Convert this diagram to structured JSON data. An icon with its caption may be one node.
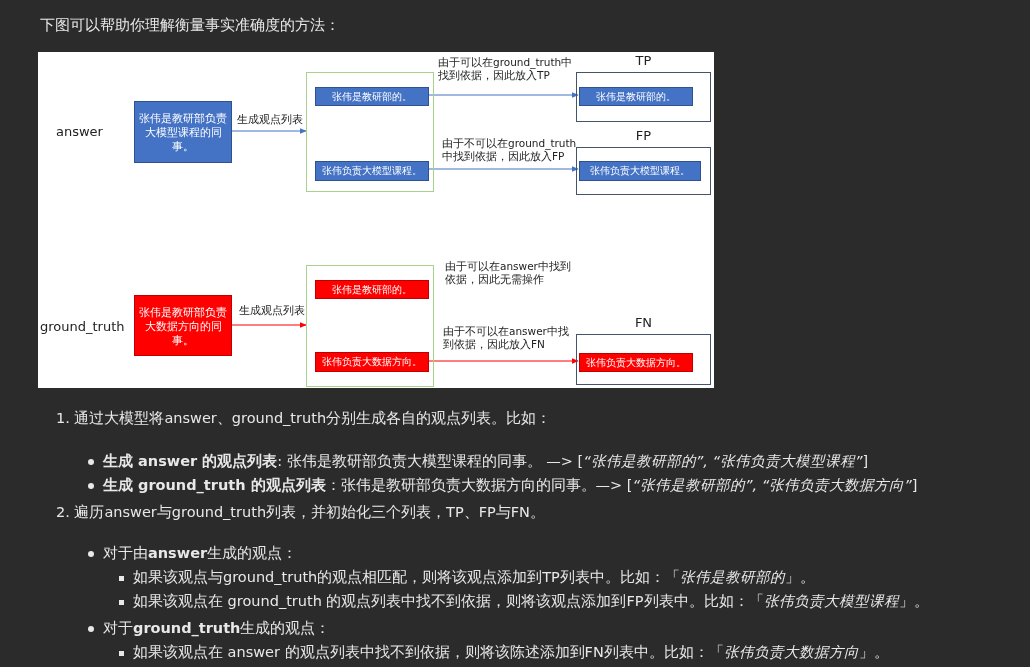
{
  "diagram": {
    "nodes": [
      {
        "text": [
          "张伟是教研部负责大模型课程的同事。"
        ],
        "beside": [
          "answer"
        ]
      },
      {
        "text": [],
        "shape": "box"
      },
      {
        "text": [
          "张伟是教研部的。"
        ],
        "in": 1
      },
      {
        "text": [
          "张伟负责大模型课程。"
        ],
        "in": 1
      },
      {
        "text": [
          "TP"
        ]
      },
      {
        "text": [
          "张伟是教研部的。"
        ],
        "in": 4
      },
      {
        "text": [
          "FP"
        ]
      },
      {
        "text": [
          "张伟负责大模型课程。"
        ],
        "in": 6
      },
      {
        "text": [
          "张伟是教研部负责大数据方向的同事。"
        ],
        "beside": [
          "ground_truth"
        ]
      },
      {
        "text": [],
        "shape": "box"
      },
      {
        "text": [
          "张伟是教研部的。"
        ],
        "in": 9
      },
      {
        "text": [
          "张伟负责大数据方向。"
        ],
        "in": 9
      },
      {
        "text": [
          "FN"
        ]
      },
      {
        "text": [
          "张伟负责大数据方向。"
        ],
        "in": 12
      }
    ],
    "edges": [
      {
        "from": 0,
        "to": 1,
        "arrow": "to",
        "label": "生成观点列表"
      },
      {
        "from": 2,
        "to": 5,
        "arrow": "to",
        "label": "由于可以在ground_truth中找到依据，因此放入TP"
      },
      {
        "from": 3,
        "to": 7,
        "arrow": "to",
        "label": "由于不可以在ground_truth中找到依据，因此放入FP"
      },
      {
        "from": 8,
        "to": 9,
        "arrow": "to",
        "label": "生成观点列表",
        "color": "#ff0000"
      },
      {
        "from": 11,
        "to": 13,
        "arrow": "to",
        "label": "由于不可以在answer中找到依据，因此放入FN",
        "color": "#ff0000"
      }
    ],
    "labels": [
      "下图可以帮助你理解衡量事实准确度的方法：",
      "由于可以在answer中找到依据，因此无需操作",
      "1. 通过大模型将answer、ground_truth分别生成各自的观点列表。比如：",
      "**生成 answer 的观点列表**: 张伟是教研部负责大模型课程的同事。 —> [*“张伟是教研部的”, “张伟负责大模型课程”*]",
      "**生成 ground_truth 的观点列表**：张伟是教研部负责大数据方向的同事。—> [*“张伟是教研部的”, “张伟负责大数据方向”*]",
      "2. 遍历answer与ground_truth列表，并初始化三个列表，TP、FP与FN。",
      "对于由**answer**生成的观点：",
      "如果该观点与ground_truth的观点相匹配，则将该观点添加到TP列表中。比如：「*张伟是教研部的*」。",
      "如果该观点在 ground_truth 的观点列表中找不到依据，则将该观点添加到FP列表中。比如：「*张伟负责大模型课程*」。",
      "对于**ground_truth**生成的观点：",
      "如果该观点在 answer 的观点列表中找不到依据，则将该陈述添加到FN列表中。比如：「*张伟负责大数据方向*」。"
    ]
  }
}
